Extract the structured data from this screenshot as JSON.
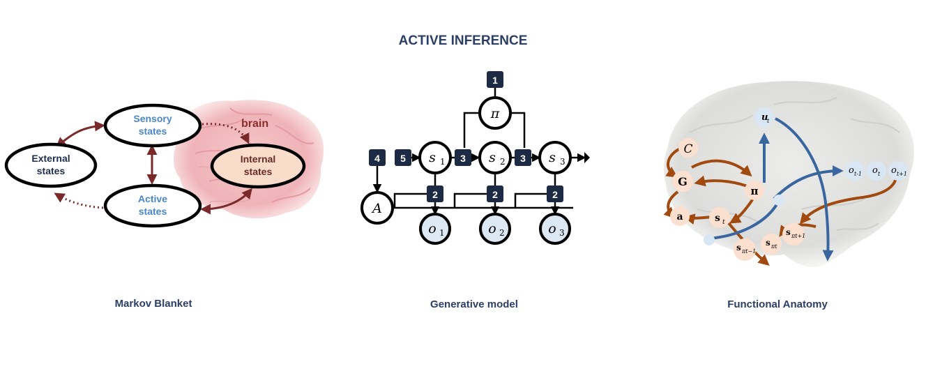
{
  "title": "ACTIVE INFERENCE",
  "panels": {
    "markov": {
      "caption": "Markov Blanket",
      "brain_label": "brain",
      "nodes": {
        "external": [
          "External",
          "states"
        ],
        "sensory": [
          "Sensory",
          "states"
        ],
        "active": [
          "Active",
          "states"
        ],
        "internal": [
          "Internal",
          "states"
        ]
      },
      "colors": {
        "arrow": "#7a2a2a",
        "sensory_text": "#4a86c8",
        "internal_text": "#6b2a2a",
        "external_text": "#1f2f4f"
      }
    },
    "generative": {
      "caption": "Generative model",
      "nodes": {
        "pi": "π",
        "s1": "s",
        "s1_sub": "1",
        "s2": "s",
        "s2_sub": "2",
        "s3": "s",
        "s3_sub": "3",
        "A": "A",
        "o1": "o",
        "o1_sub": "1",
        "o2": "o",
        "o2_sub": "2",
        "o3": "o",
        "o3_sub": "3"
      },
      "factors": {
        "f1": "1",
        "f3a": "3",
        "f3b": "3",
        "f4": "4",
        "f5": "5",
        "f2a": "2",
        "f2b": "2",
        "f2c": "2"
      },
      "colors": {
        "factor": "#1c2a44",
        "obs_fill": "#dde8f5"
      }
    },
    "anatomy": {
      "caption": "Functional Anatomy",
      "labels": {
        "C": "C",
        "G": "G",
        "pi": "π",
        "a": "a",
        "st": "s",
        "st_sub": "t",
        "u": "u",
        "u_sub": "t",
        "o1": "o",
        "o1_sub": "t-1",
        "o2": "o",
        "o2_sub": "t",
        "o3": "o",
        "o3_sub": "t+1",
        "sp1": "s",
        "sp1_sub": "πt+1",
        "sp2": "s",
        "sp2_sub": "πt",
        "sp3": "s",
        "sp3_sub": "πt−1"
      },
      "colors": {
        "orange": "#a04a10",
        "blue": "#3a66a0",
        "node_orange": "#fbe0cf",
        "node_blue": "#d9e6f4"
      }
    }
  }
}
